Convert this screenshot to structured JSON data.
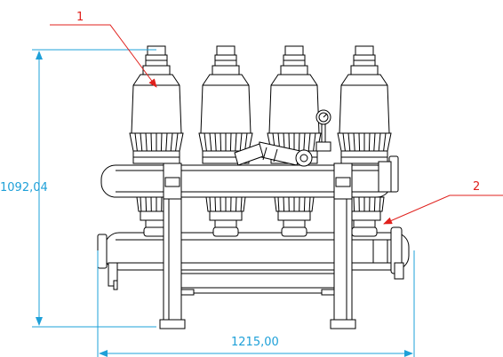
{
  "drawing": {
    "callouts": [
      {
        "id": "1",
        "label": "1"
      },
      {
        "id": "2",
        "label": "2"
      }
    ],
    "dimensions": {
      "height_label": "1092,04",
      "width_label": "1215,00"
    },
    "colors": {
      "dimension": "#1ea0d8",
      "callout": "#e0201c",
      "outline": "#000000",
      "fill": "#ffffff"
    },
    "filter_count": 4
  }
}
